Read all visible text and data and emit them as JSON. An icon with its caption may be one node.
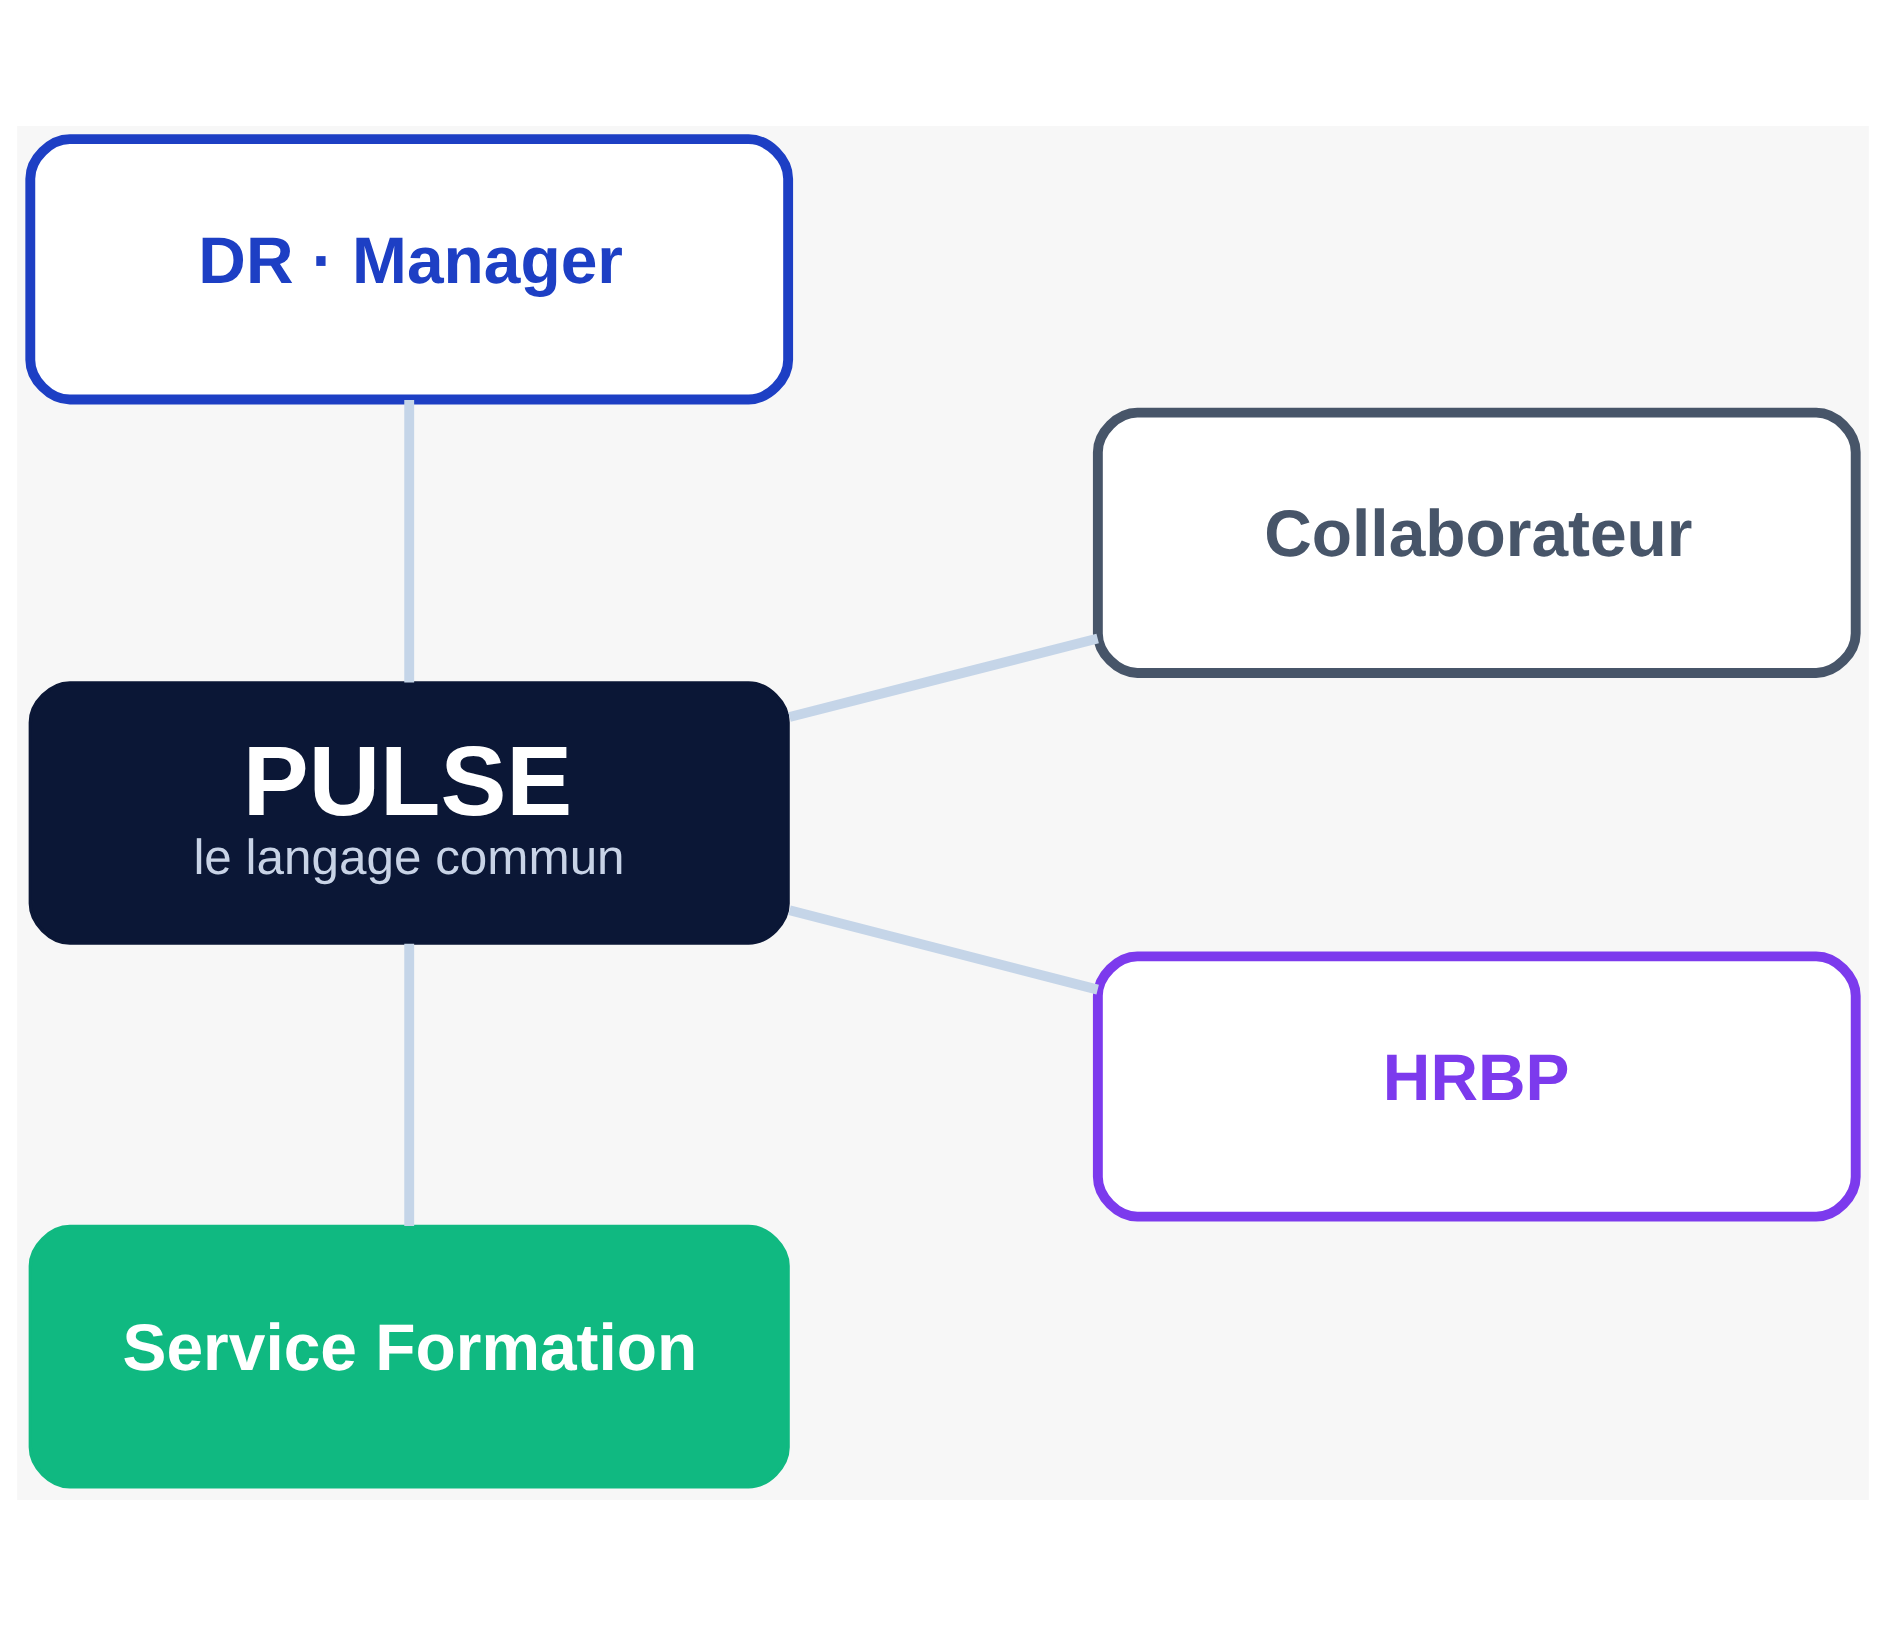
{
  "diagram": {
    "nodes": [
      {
        "text": [
          "DR · Manager"
        ]
      },
      {
        "text": [
          "Collaborateur"
        ]
      },
      {
        "text": [
          "PULSE",
          "le langage commun"
        ]
      },
      {
        "text": [
          "HRBP"
        ]
      },
      {
        "text": [
          "Service Formation"
        ]
      }
    ],
    "edges": [
      {
        "from": 0,
        "to": 2,
        "arrow": "none"
      },
      {
        "from": 2,
        "to": 1,
        "arrow": "none"
      },
      {
        "from": 2,
        "to": 3,
        "arrow": "none"
      },
      {
        "from": 2,
        "to": 4,
        "arrow": "none"
      }
    ]
  }
}
